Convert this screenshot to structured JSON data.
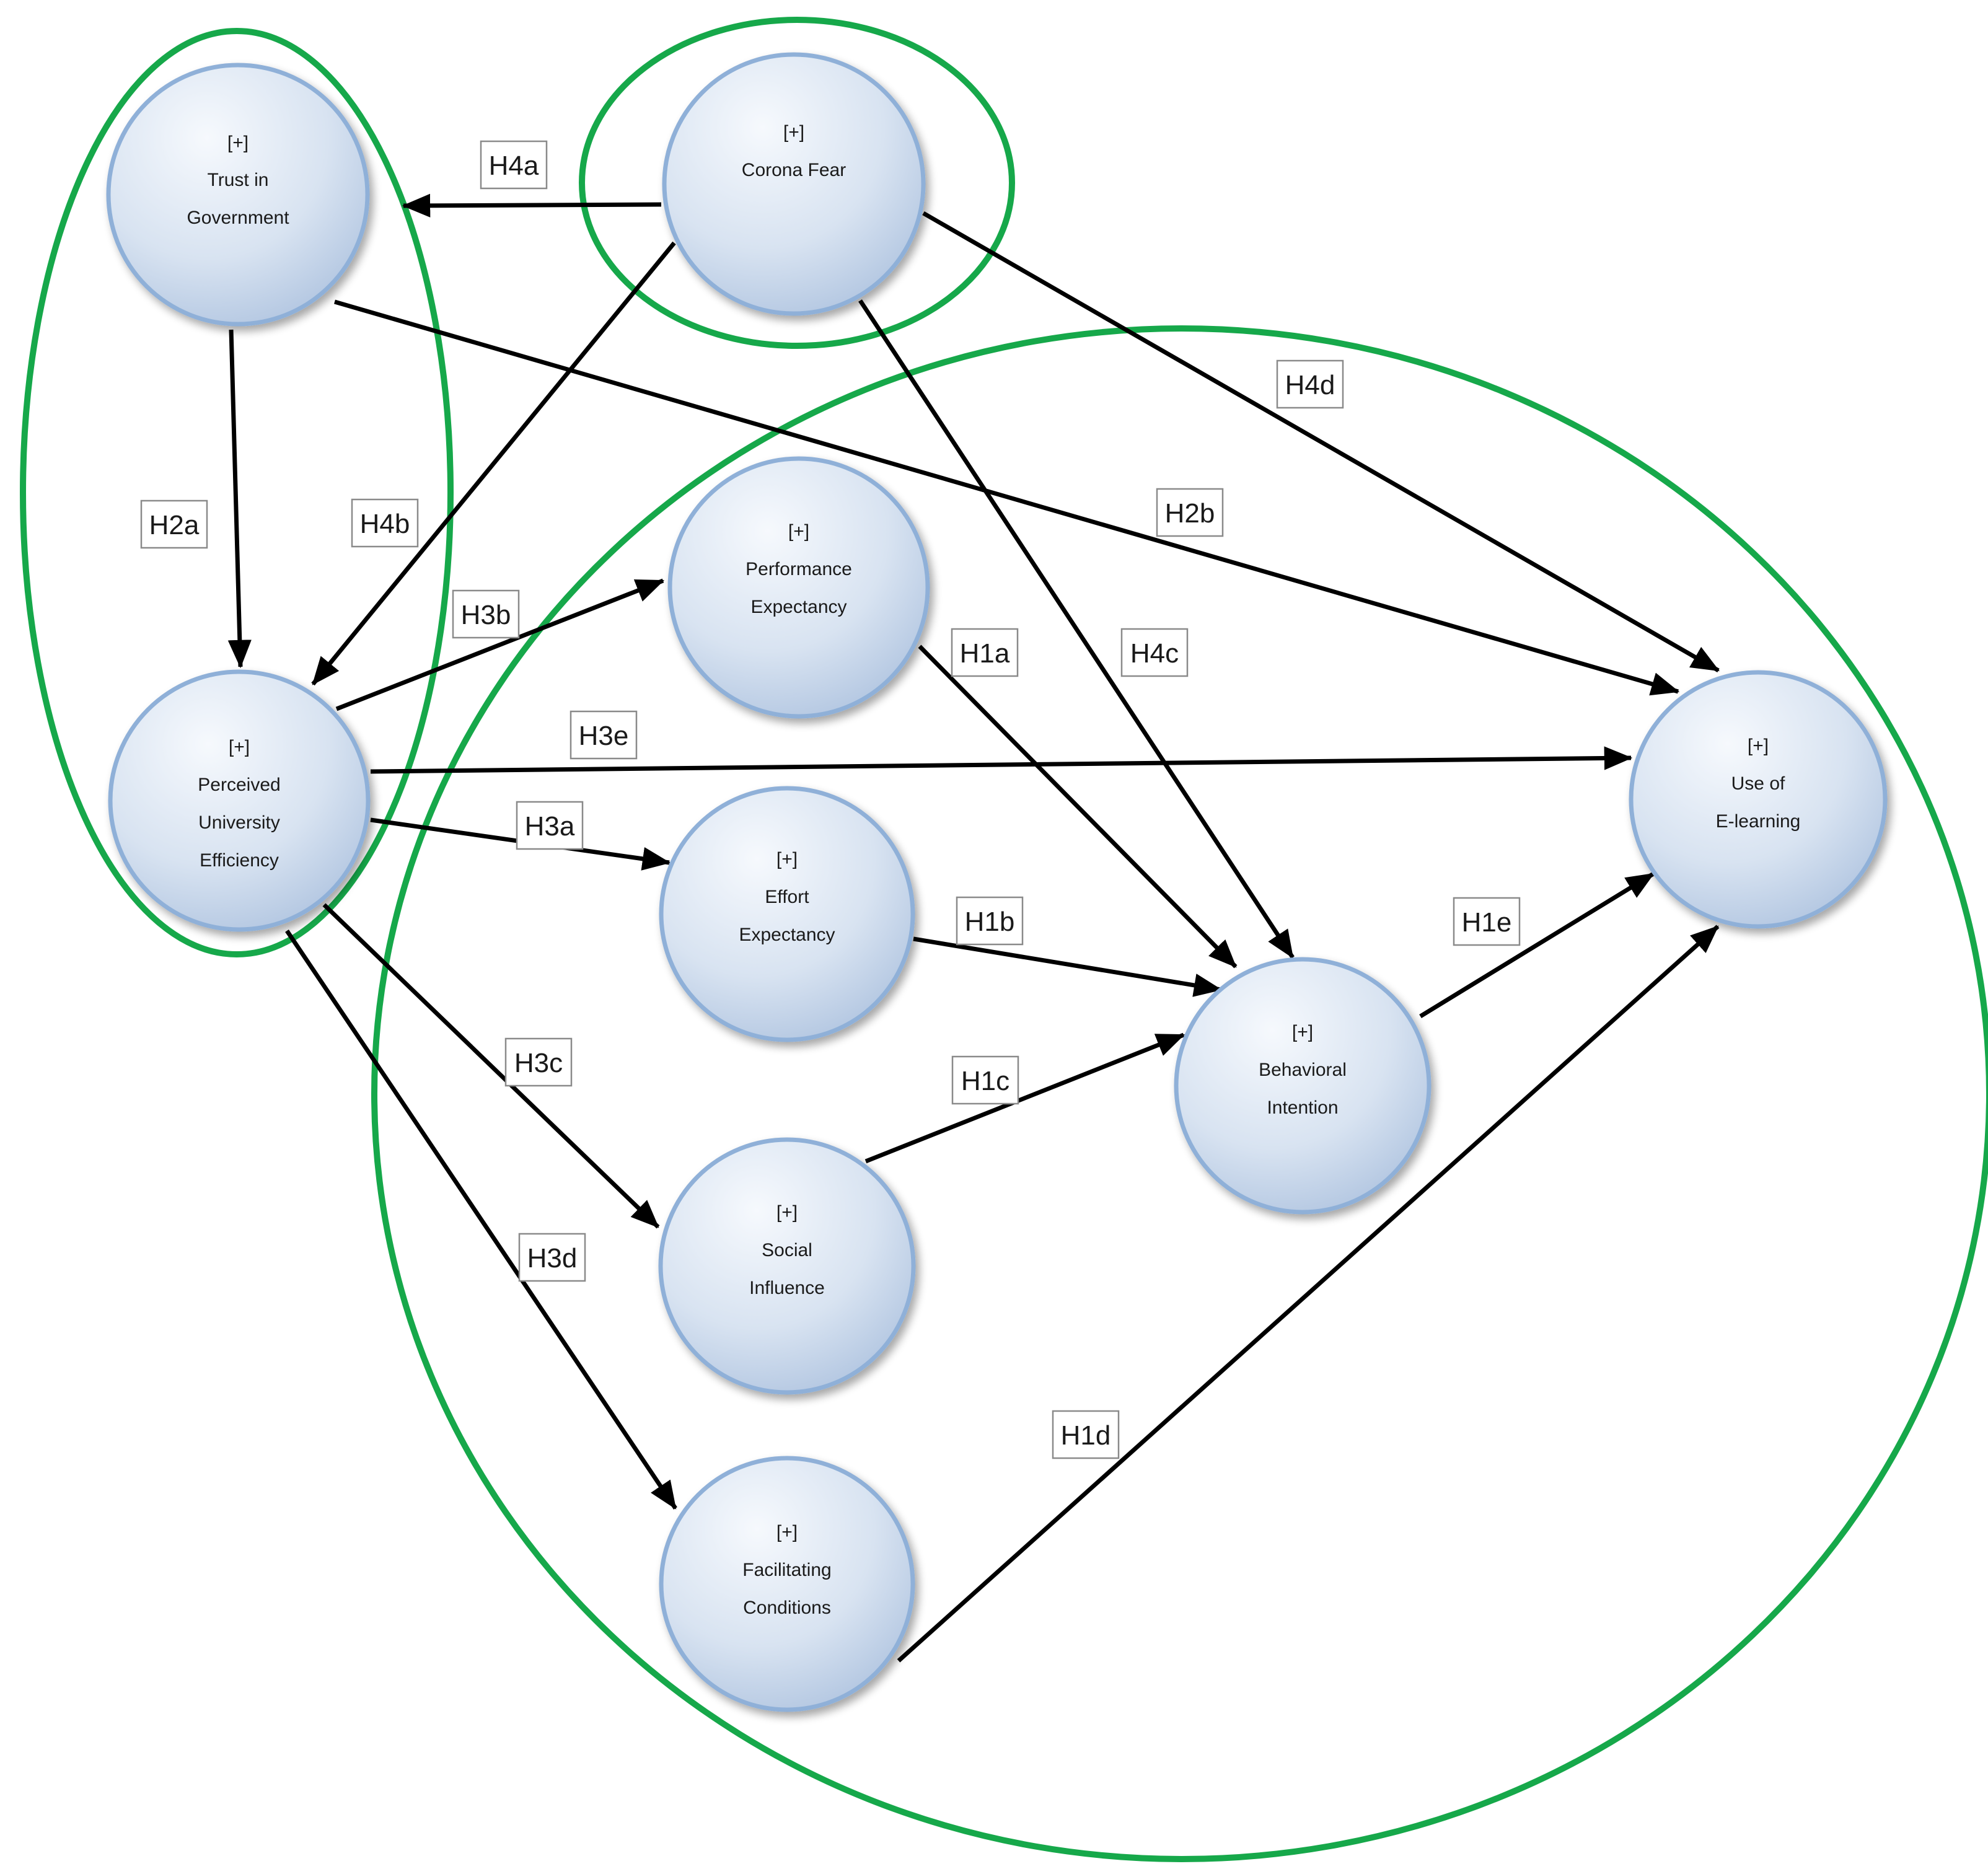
{
  "colors": {
    "group_outline": "#16a84a",
    "node_border": "#8fb0d8",
    "node_fill_light": "#f4f8fc",
    "node_fill_dark": "#aec3e0",
    "edge": "#000000"
  },
  "nodes": [
    {
      "id": "tig",
      "marker": "[+]",
      "lines": [
        "Trust in",
        "Government"
      ]
    },
    {
      "id": "cf",
      "marker": "[+]",
      "lines": [
        "Corona Fear"
      ]
    },
    {
      "id": "pue",
      "marker": "[+]",
      "lines": [
        "Perceived",
        "University",
        "Efficiency"
      ]
    },
    {
      "id": "pe",
      "marker": "[+]",
      "lines": [
        "Performance",
        "Expectancy"
      ]
    },
    {
      "id": "ee",
      "marker": "[+]",
      "lines": [
        "Effort",
        "Expectancy"
      ]
    },
    {
      "id": "si",
      "marker": "[+]",
      "lines": [
        "Social",
        "Influence"
      ]
    },
    {
      "id": "fc",
      "marker": "[+]",
      "lines": [
        "Facilitating",
        "Conditions"
      ]
    },
    {
      "id": "bi",
      "marker": "[+]",
      "lines": [
        "Behavioral",
        "Intention"
      ]
    },
    {
      "id": "ue",
      "marker": "[+]",
      "lines": [
        "Use of",
        "E-learning"
      ]
    }
  ],
  "edges": [
    {
      "id": "h4a",
      "from": "cf",
      "to": "tig",
      "label": "H4a"
    },
    {
      "id": "h4b",
      "from": "cf",
      "to": "pue",
      "label": "H4b"
    },
    {
      "id": "h4c",
      "from": "cf",
      "to": "bi",
      "label": "H4c"
    },
    {
      "id": "h4d",
      "from": "cf",
      "to": "ue",
      "label": "H4d"
    },
    {
      "id": "h2a",
      "from": "tig",
      "to": "pue",
      "label": "H2a"
    },
    {
      "id": "h2b",
      "from": "tig",
      "to": "ue",
      "label": "H2b"
    },
    {
      "id": "h3b",
      "from": "pue",
      "to": "pe",
      "label": "H3b"
    },
    {
      "id": "h3e",
      "from": "pue",
      "to": "ue",
      "label": "H3e"
    },
    {
      "id": "h3a",
      "from": "pue",
      "to": "ee",
      "label": "H3a"
    },
    {
      "id": "h3c",
      "from": "pue",
      "to": "si",
      "label": "H3c"
    },
    {
      "id": "h3d",
      "from": "pue",
      "to": "fc",
      "label": "H3d"
    },
    {
      "id": "h1a",
      "from": "pe",
      "to": "bi",
      "label": "H1a"
    },
    {
      "id": "h1b",
      "from": "ee",
      "to": "bi",
      "label": "H1b"
    },
    {
      "id": "h1c",
      "from": "si",
      "to": "bi",
      "label": "H1c"
    },
    {
      "id": "h1d",
      "from": "fc",
      "to": "ue",
      "label": "H1d"
    },
    {
      "id": "h1e",
      "from": "bi",
      "to": "ue",
      "label": "H1e"
    }
  ]
}
